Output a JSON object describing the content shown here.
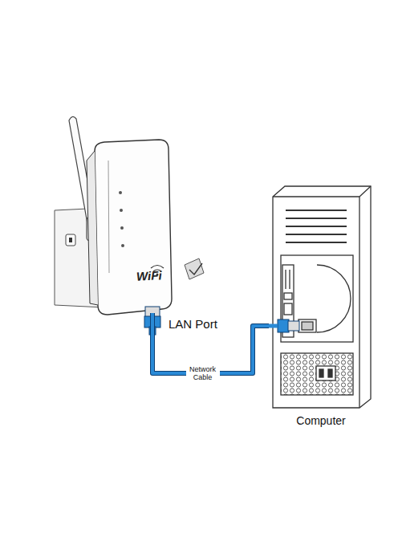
{
  "diagram": {
    "nodes": [
      {
        "text": [
          "WiFi"
        ]
      },
      {
        "text": [
          "Computer"
        ]
      }
    ],
    "edges": [
      {
        "from": 0,
        "to": 1,
        "label": "Network Cable",
        "arrow": "none"
      }
    ],
    "labels": [
      "LAN Port"
    ]
  }
}
